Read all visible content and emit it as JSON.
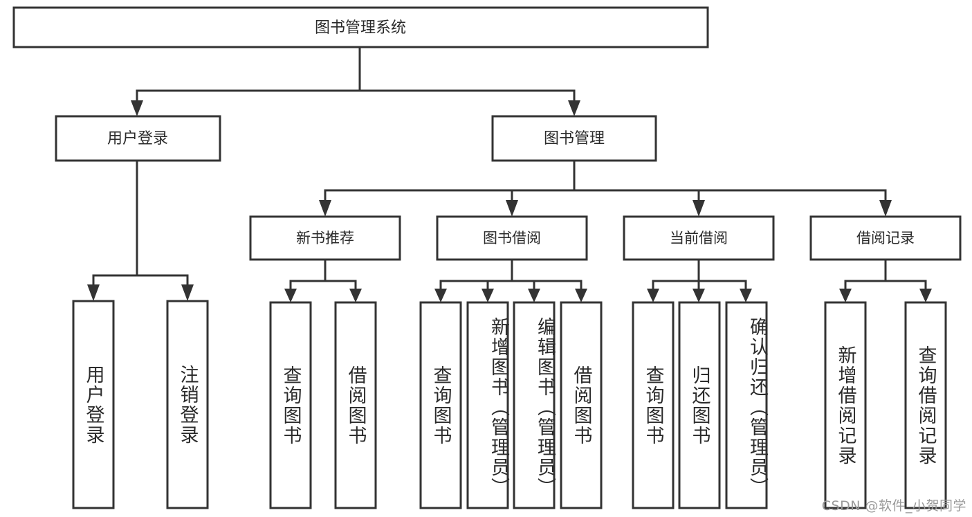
{
  "diagram": {
    "title": "图书管理系统",
    "type": "tree-hierarchy-diagram",
    "watermark": "CSDN @软件_小贺同学",
    "colors": {
      "stroke": "#333333",
      "fill": "#ffffff",
      "text": "#2b2b2b",
      "watermark": "#9a9a9a"
    },
    "root": {
      "label": "图书管理系统"
    },
    "level2": [
      {
        "label": "用户登录"
      },
      {
        "label": "图书管理"
      }
    ],
    "level3": [
      {
        "label": "新书推荐"
      },
      {
        "label": "图书借阅"
      },
      {
        "label": "当前借阅"
      },
      {
        "label": "借阅记录"
      }
    ],
    "leaves": {
      "user_login": [
        {
          "label": "用户登录"
        },
        {
          "label": "注销登录"
        }
      ],
      "new_book_recommend": [
        {
          "label": "查询图书"
        },
        {
          "label": "借阅图书"
        }
      ],
      "book_borrow": [
        {
          "label": "查询图书"
        },
        {
          "label": "新增图书（管理员）"
        },
        {
          "label": "编辑图书（管理员）"
        },
        {
          "label": "借阅图书"
        }
      ],
      "current_borrow": [
        {
          "label": "查询图书"
        },
        {
          "label": "归还图书"
        },
        {
          "label": "确认归还（管理员）"
        }
      ],
      "borrow_record": [
        {
          "label": "新增借阅记录"
        },
        {
          "label": "查询借阅记录"
        }
      ]
    }
  }
}
